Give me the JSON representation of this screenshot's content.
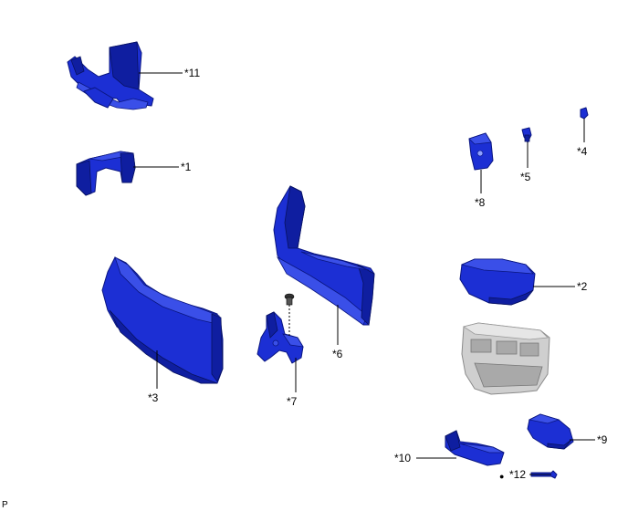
{
  "diagram": {
    "parts": [
      {
        "id": "p11",
        "label": "*11",
        "color": "#1c2fd4"
      },
      {
        "id": "p1",
        "label": "*1",
        "color": "#1c2fd4"
      },
      {
        "id": "p3",
        "label": "*3",
        "color": "#1c2fd4"
      },
      {
        "id": "p6",
        "label": "*6",
        "color": "#1c2fd4"
      },
      {
        "id": "p7",
        "label": "*7",
        "color": "#1c2fd4"
      },
      {
        "id": "p8",
        "label": "*8",
        "color": "#1c2fd4"
      },
      {
        "id": "p5",
        "label": "*5",
        "color": "#1c2fd4"
      },
      {
        "id": "p4",
        "label": "*4",
        "color": "#1c2fd4"
      },
      {
        "id": "p2",
        "label": "*2",
        "color": "#1c2fd4"
      },
      {
        "id": "p9",
        "label": "*9",
        "color": "#1c2fd4"
      },
      {
        "id": "p10",
        "label": "*10",
        "color": "#1c2fd4"
      },
      {
        "id": "p12",
        "label": "*12",
        "color": "#1c2fd4"
      }
    ],
    "context_part_color": "#cfcfcf",
    "bullet_symbol": "●",
    "footer_text": "P"
  }
}
